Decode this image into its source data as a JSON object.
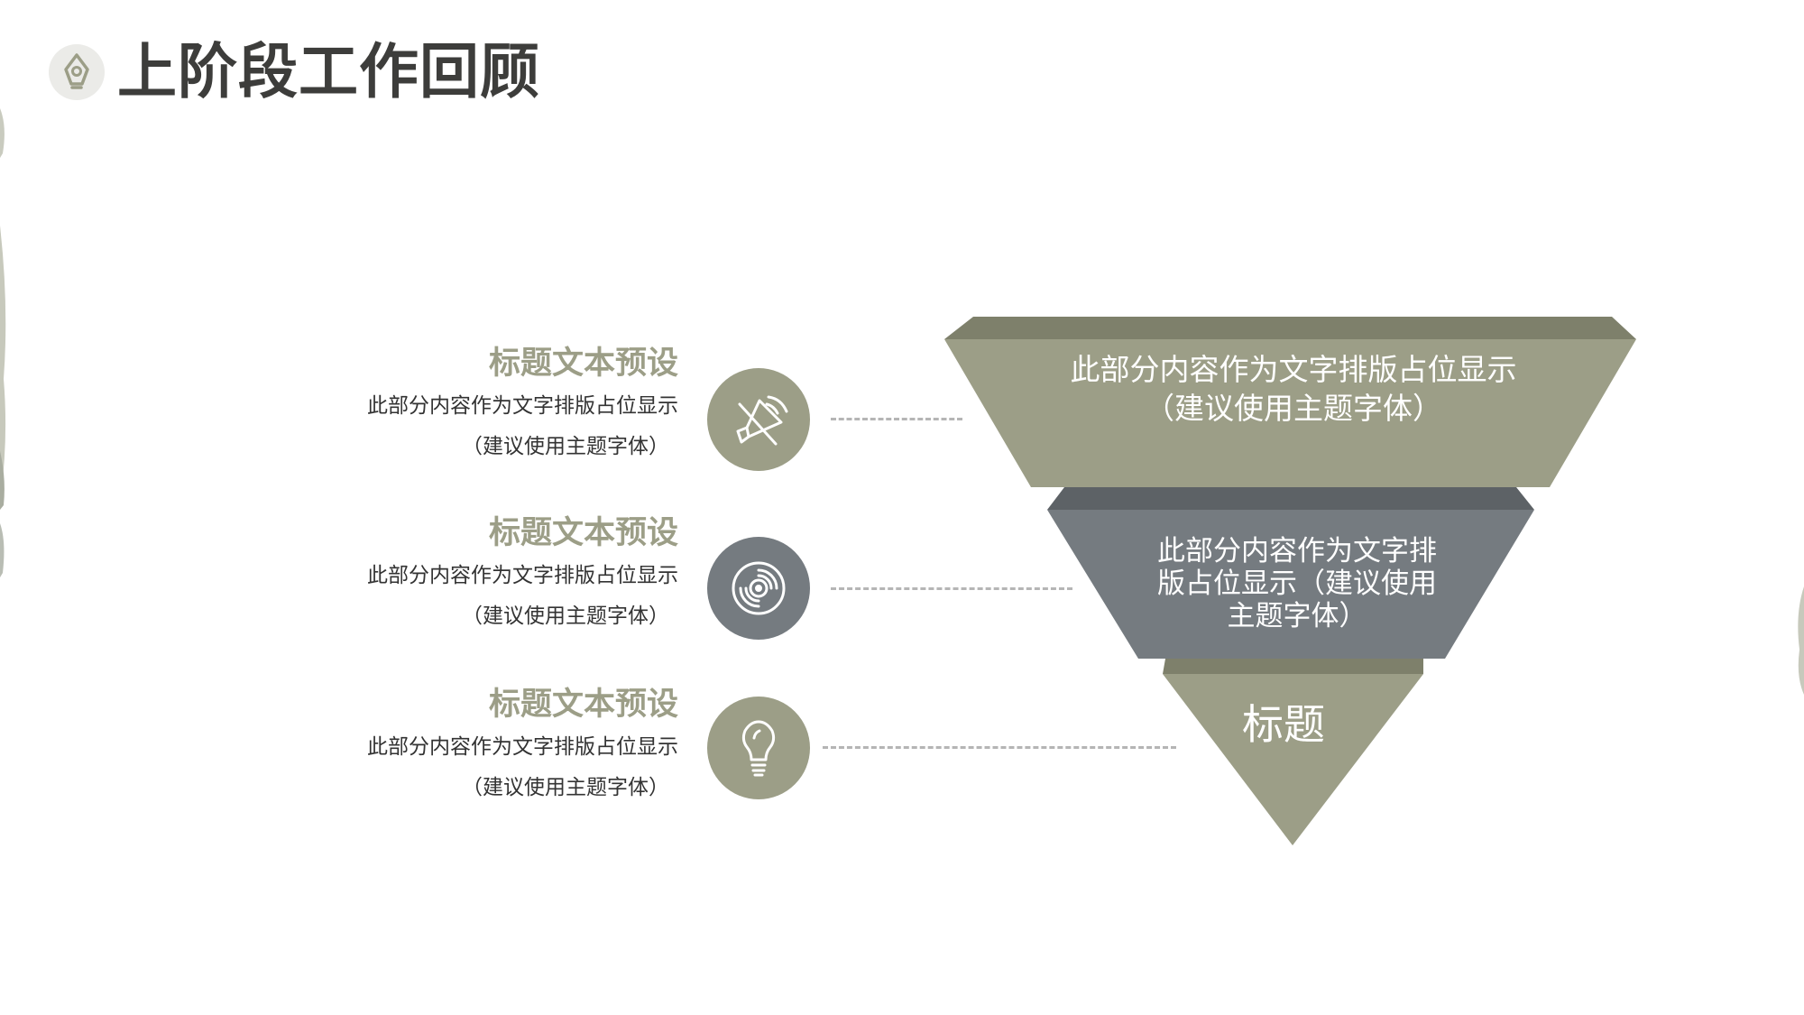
{
  "title": "上阶段工作回顾",
  "colors": {
    "olive": "#9c9e87",
    "olive_dark": "#7e806b",
    "slate": "#757b80",
    "slate_dark": "#5d6266",
    "title_text": "#3d3d3b",
    "body_text": "#333333",
    "dash": "#b5b5b5"
  },
  "items": [
    {
      "heading": "标题文本预设",
      "line1": "此部分内容作为文字排版占位显示",
      "line2": "（建议使用主题字体）",
      "icon": "speaker-icon",
      "color": "#9c9e87"
    },
    {
      "heading": "标题文本预设",
      "line1": "此部分内容作为文字排版占位显示",
      "line2": "（建议使用主题字体）",
      "icon": "disc-icon",
      "color": "#757b80"
    },
    {
      "heading": "标题文本预设",
      "line1": "此部分内容作为文字排版占位显示",
      "line2": "（建议使用主题字体）",
      "icon": "lightbulb-icon",
      "color": "#9c9e87"
    }
  ],
  "funnel": [
    {
      "lines": [
        "此部分内容作为文字排版占位显示",
        "（建议使用主题字体）"
      ]
    },
    {
      "lines": [
        "此部分内容作为文字排",
        "版占位显示（建议使用",
        "主题字体）"
      ]
    },
    {
      "lines": [
        "标题"
      ]
    }
  ]
}
